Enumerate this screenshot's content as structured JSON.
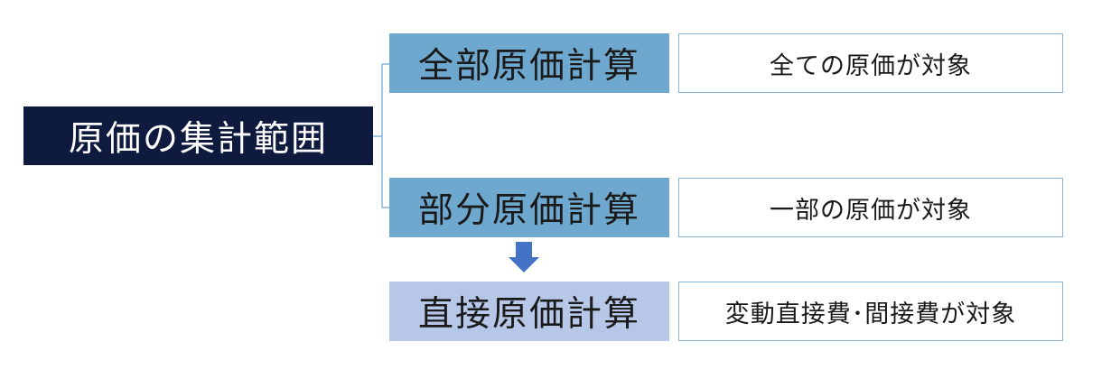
{
  "root": {
    "label": "原価の集計範囲"
  },
  "methods": [
    {
      "label": "全部原価計算",
      "description": "全ての原価が対象"
    },
    {
      "label": "部分原価計算",
      "description": "一部の原価が対象"
    },
    {
      "label": "直接原価計算",
      "description": "変動直接費･間接費が対象"
    }
  ],
  "colors": {
    "root_bg": "#0f1a3f",
    "method_bg": "#6fa8cf",
    "direct_bg": "#b6c7e8",
    "arrow": "#4472c4",
    "connector": "#8ab4d6"
  }
}
